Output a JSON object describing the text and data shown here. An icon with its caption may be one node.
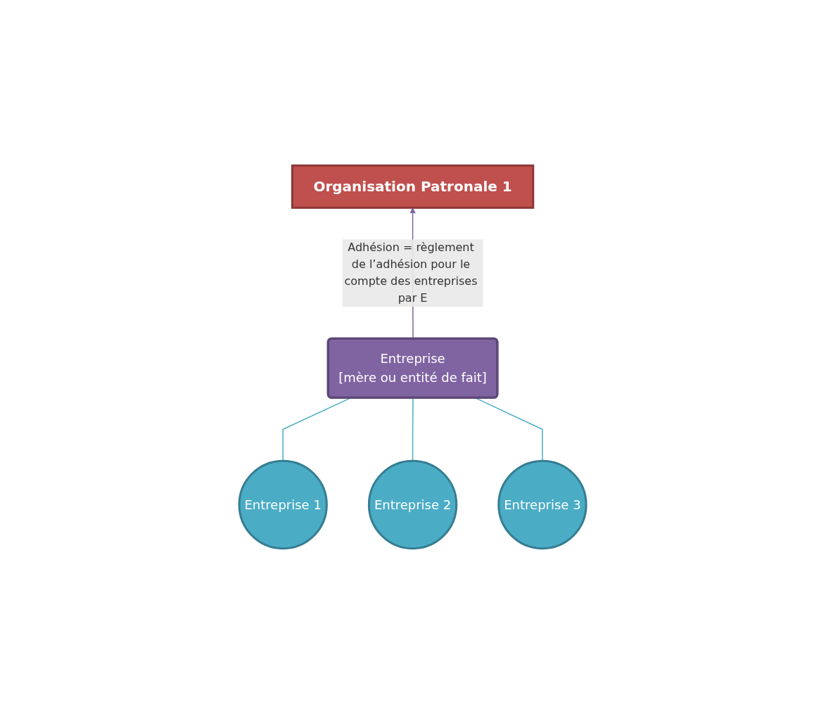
{
  "diagram": {
    "nodes": [
      {
        "text": [
          "Organisation Patronale 1"
        ]
      },
      {
        "text": [
          "Entreprise",
          "[mère ou entité de fait]"
        ]
      },
      {
        "text": [
          "Entreprise 1"
        ]
      },
      {
        "text": [
          "Entreprise 2"
        ]
      },
      {
        "text": [
          "Entreprise 3"
        ]
      }
    ],
    "edges": [
      {
        "from": 1,
        "to": 0,
        "arrow": "to",
        "label": "Adhésion = règlement de l’adhésion pour le compte des entreprises par E",
        "color": "#8064a2"
      },
      {
        "from": 1,
        "to": 2,
        "arrow": "none"
      },
      {
        "from": 1,
        "to": 3,
        "arrow": "none"
      },
      {
        "from": 1,
        "to": 4,
        "arrow": "none"
      }
    ]
  }
}
